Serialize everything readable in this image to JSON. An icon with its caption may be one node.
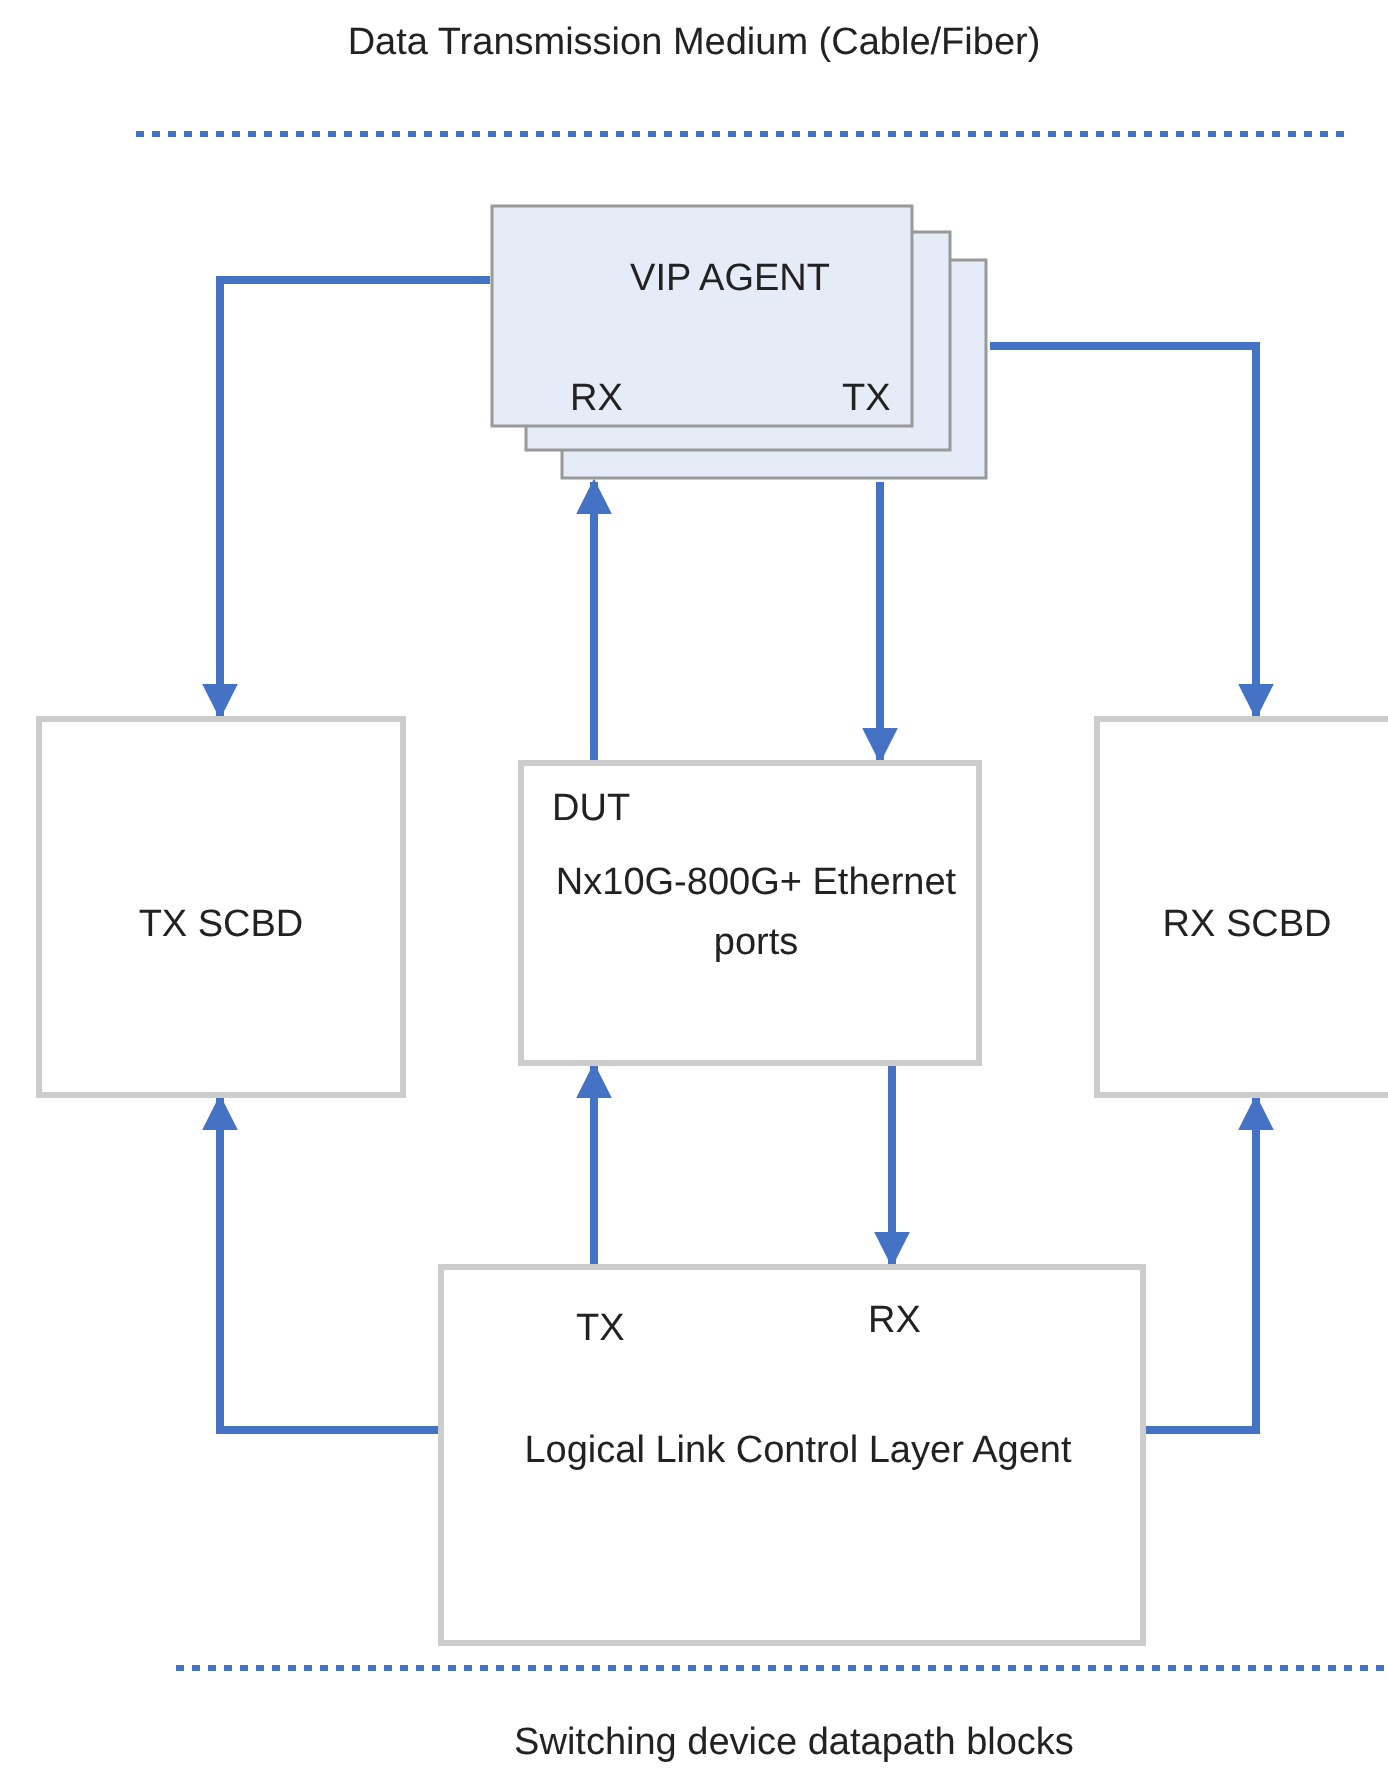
{
  "diagram": {
    "title": "Data Transmission Medium (Cable/Fiber)",
    "caption": "Switching device datapath blocks",
    "nodes": [
      {
        "text": [
          "VIP AGENT",
          "RX",
          "TX"
        ]
      },
      {
        "text": [
          "TX SCBD"
        ]
      },
      {
        "text": [
          "DUT",
          "Nx10G-800G+ Ethernet ports"
        ]
      },
      {
        "text": [
          "RX SCBD"
        ]
      },
      {
        "text": [
          "TX",
          "RX",
          "Logical Link Control Layer Agent"
        ]
      }
    ],
    "edges": [
      {
        "from": 0,
        "to": 1,
        "arrow": "to"
      },
      {
        "from": 0,
        "to": 3,
        "arrow": "to"
      },
      {
        "from": 2,
        "to": 0,
        "arrow": "to"
      },
      {
        "from": 0,
        "to": 2,
        "arrow": "to"
      },
      {
        "from": 2,
        "to": 4,
        "arrow": "to"
      },
      {
        "from": 4,
        "to": 2,
        "arrow": "to"
      },
      {
        "from": 4,
        "to": 1,
        "arrow": "to"
      },
      {
        "from": 4,
        "to": 3,
        "arrow": "to"
      }
    ]
  }
}
